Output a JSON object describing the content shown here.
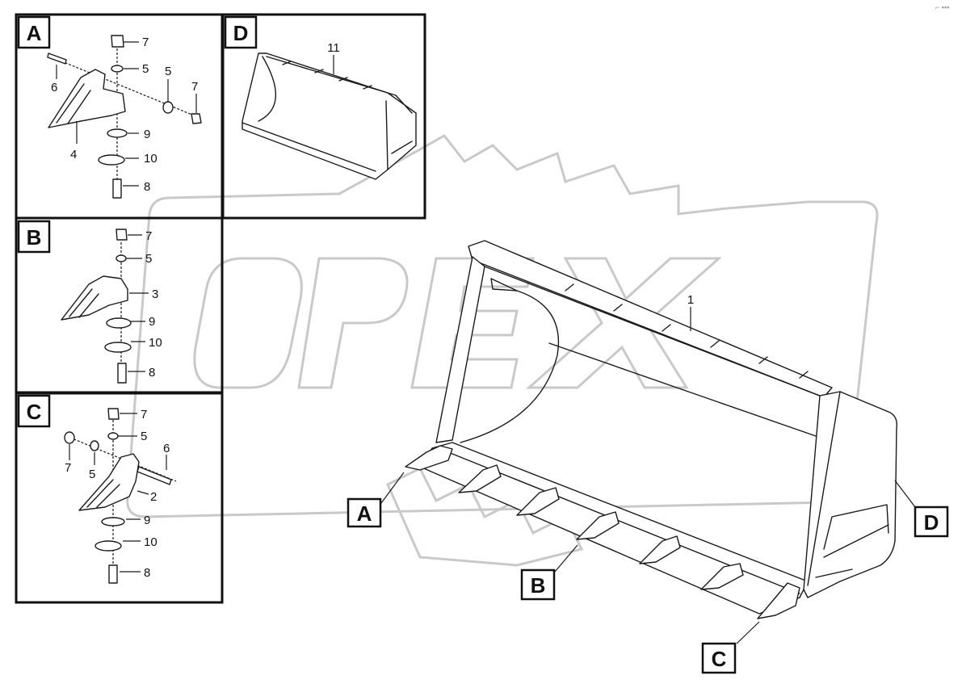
{
  "corner_mark": "⌐ ▪▪▪",
  "watermark": {
    "text": "OPEX"
  },
  "panels": {
    "A": {
      "label": "A",
      "callouts": [
        "7",
        "5",
        "5",
        "7",
        "6",
        "9",
        "10",
        "4",
        "8"
      ]
    },
    "B": {
      "label": "B",
      "callouts": [
        "7",
        "5",
        "3",
        "9",
        "10",
        "8"
      ]
    },
    "C": {
      "label": "C",
      "callouts": [
        "7",
        "5",
        "6",
        "7",
        "5",
        "2",
        "9",
        "10",
        "8"
      ]
    },
    "D": {
      "label": "D",
      "callouts": [
        "11"
      ]
    }
  },
  "main_view": {
    "part_number": "1",
    "location_labels": [
      "A",
      "B",
      "C",
      "D"
    ]
  }
}
